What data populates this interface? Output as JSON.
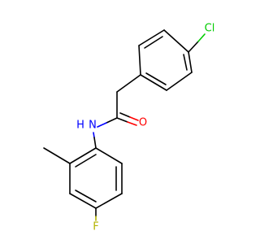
{
  "molecule": {
    "atoms": {
      "chlorine": {
        "symbol": "Cl",
        "color": "#00cc00"
      },
      "oxygen": {
        "symbol": "O",
        "color": "#ff0000"
      },
      "nitrogen": {
        "symbol": "N",
        "color": "#0000ff"
      },
      "hydrogen": {
        "symbol": "H",
        "color": "#0000ff"
      },
      "fluorine": {
        "symbol": "F",
        "color": "#b3b300"
      }
    },
    "colors": {
      "bond": "#000000",
      "background": "#ffffff"
    }
  }
}
